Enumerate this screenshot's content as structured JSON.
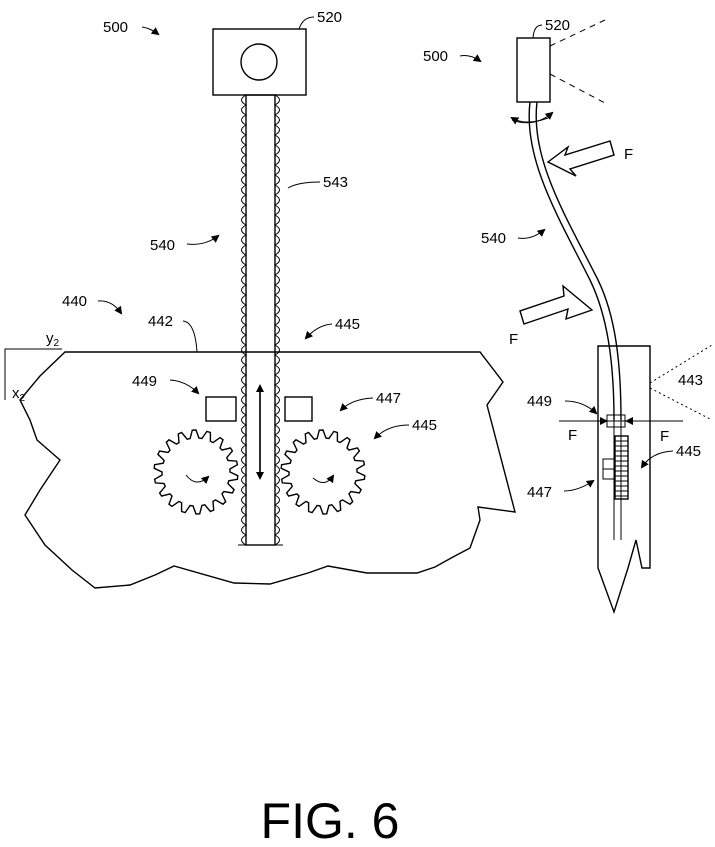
{
  "figure": {
    "title": "FIG. 6",
    "left_view": {
      "label_system": "500",
      "label_camera": "520",
      "label_rod_threads": "543",
      "label_rod": "540",
      "label_ground": "440",
      "label_surface": "442",
      "label_rack": "445",
      "label_gear_pair": "445",
      "label_bracket": "449",
      "label_gears": "447",
      "axis_y": "y",
      "axis_y_sub": "2",
      "axis_x": "x",
      "axis_x_sub": "2"
    },
    "right_view": {
      "label_system": "500",
      "label_camera": "520",
      "label_rod": "540",
      "label_force_top": "F",
      "label_force_mid": "F",
      "label_bore": "443",
      "label_bracket": "449",
      "label_force_left": "F",
      "label_force_right": "F",
      "label_rack": "445",
      "label_gears": "447"
    }
  }
}
